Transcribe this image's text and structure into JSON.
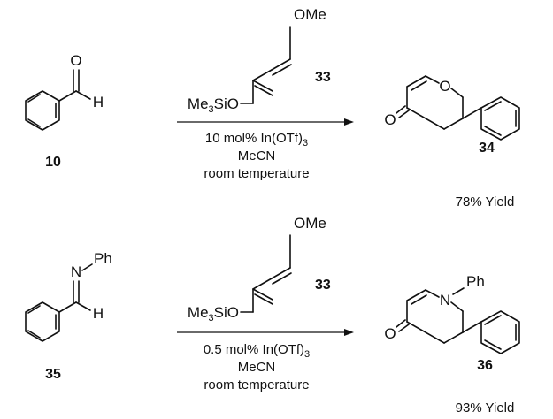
{
  "reactions": [
    {
      "substrate": {
        "number": "10",
        "atoms": {
          "oxygen": "O",
          "hydrogen": "H"
        }
      },
      "reagent": {
        "number": "33",
        "methoxy": "OMe",
        "silyl_prefix": "Me",
        "silyl_sub": "3",
        "silyl_suffix": "SiO"
      },
      "conditions": {
        "catalyst_prefix": "10 mol% In(OTf)",
        "catalyst_sub": "3",
        "solvent": "MeCN",
        "temperature": "room temperature"
      },
      "product": {
        "number": "34",
        "atoms": {
          "ring_heteroatom": "O",
          "carbonyl_oxygen": "O"
        },
        "yield": "78% Yield"
      }
    },
    {
      "substrate": {
        "number": "35",
        "atoms": {
          "nitrogen": "N",
          "n_substituent": "Ph",
          "hydrogen": "H"
        }
      },
      "reagent": {
        "number": "33",
        "methoxy": "OMe",
        "silyl_prefix": "Me",
        "silyl_sub": "3",
        "silyl_suffix": "SiO"
      },
      "conditions": {
        "catalyst_prefix": "0.5 mol% In(OTf)",
        "catalyst_sub": "3",
        "solvent": "MeCN",
        "temperature": "room temperature"
      },
      "product": {
        "number": "36",
        "atoms": {
          "ring_heteroatom": "N",
          "n_substituent": "Ph",
          "carbonyl_oxygen": "O"
        },
        "yield": "93% Yield"
      }
    }
  ]
}
